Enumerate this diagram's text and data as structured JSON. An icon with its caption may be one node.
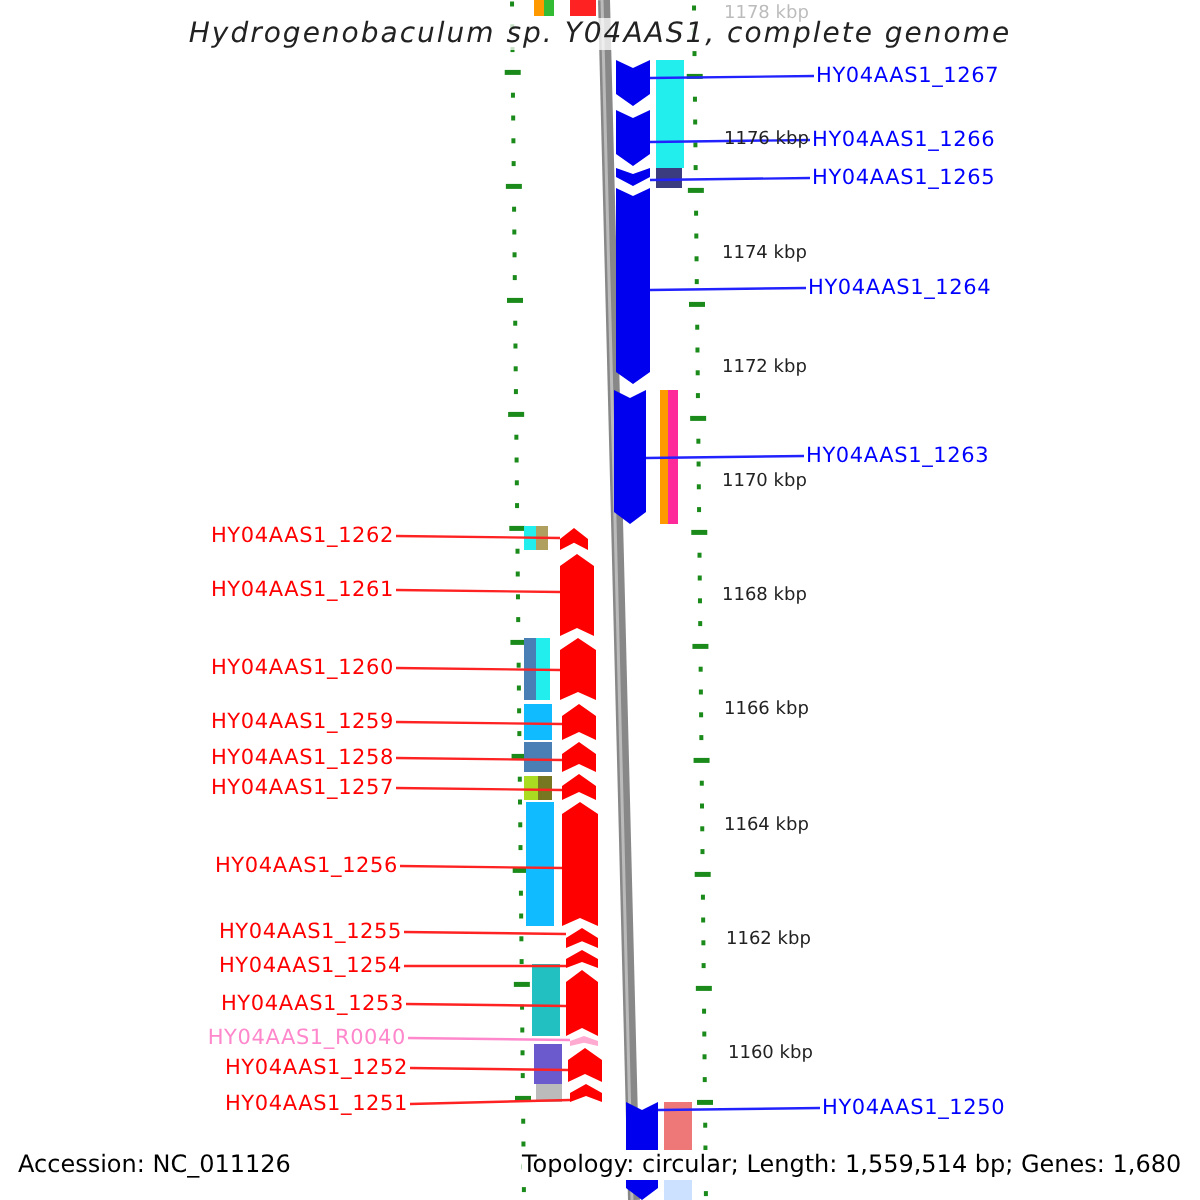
{
  "diagram": {
    "title": "Hydrogenobaculum sp. Y04AAS1, complete genome",
    "nodes": [
      {
        "text": [
          "HY04AAS1_1267"
        ]
      },
      {
        "text": [
          "HY04AAS1_1266"
        ]
      },
      {
        "text": [
          "HY04AAS1_1265"
        ]
      },
      {
        "text": [
          "HY04AAS1_1264"
        ]
      },
      {
        "text": [
          "HY04AAS1_1263"
        ]
      },
      {
        "text": [
          "HY04AAS1_1262"
        ]
      },
      {
        "text": [
          "HY04AAS1_1261"
        ]
      },
      {
        "text": [
          "HY04AAS1_1260"
        ]
      },
      {
        "text": [
          "HY04AAS1_1259"
        ]
      },
      {
        "text": [
          "HY04AAS1_1258"
        ]
      },
      {
        "text": [
          "HY04AAS1_1257"
        ]
      },
      {
        "text": [
          "HY04AAS1_1256"
        ]
      },
      {
        "text": [
          "HY04AAS1_1255"
        ]
      },
      {
        "text": [
          "HY04AAS1_1254"
        ]
      },
      {
        "text": [
          "HY04AAS1_1253"
        ]
      },
      {
        "text": [
          "HY04AAS1_R0040"
        ]
      },
      {
        "text": [
          "HY04AAS1_1252"
        ]
      },
      {
        "text": [
          "HY04AAS1_1251"
        ]
      },
      {
        "text": [
          "HY04AAS1_1250"
        ]
      },
      {
        "text": [],
        "shape": "arrow"
      },
      {
        "text": [],
        "shape": "arrow"
      },
      {
        "text": [],
        "shape": "arrow"
      },
      {
        "text": [],
        "shape": "arrow"
      },
      {
        "text": [],
        "shape": "arrow"
      },
      {
        "text": [],
        "shape": "arrow"
      },
      {
        "text": [],
        "shape": "arrow"
      },
      {
        "text": [],
        "shape": "arrow"
      },
      {
        "text": [],
        "shape": "arrow"
      },
      {
        "text": [],
        "shape": "arrow"
      },
      {
        "text": [],
        "shape": "arrow"
      },
      {
        "text": [],
        "shape": "arrow"
      },
      {
        "text": [],
        "shape": "arrow"
      },
      {
        "text": [],
        "shape": "arrow"
      },
      {
        "text": [],
        "shape": "arrow"
      },
      {
        "text": [],
        "shape": "arrow"
      },
      {
        "text": [],
        "shape": "arrow"
      },
      {
        "text": [],
        "shape": "arrow"
      },
      {
        "text": [],
        "shape": "arrow"
      }
    ],
    "edges": [
      {
        "from": 0,
        "to": 19,
        "arrow": "none",
        "color": "#2222ff"
      },
      {
        "from": 1,
        "to": 20,
        "arrow": "none",
        "color": "#2222ff"
      },
      {
        "from": 2,
        "to": 21,
        "arrow": "none",
        "color": "#2222ff"
      },
      {
        "from": 3,
        "to": 22,
        "arrow": "none",
        "color": "#2222ff"
      },
      {
        "from": 4,
        "to": 23,
        "arrow": "none",
        "color": "#2222ff"
      },
      {
        "from": 5,
        "to": 24,
        "arrow": "none"
      },
      {
        "from": 6,
        "to": 25,
        "arrow": "none"
      },
      {
        "from": 7,
        "to": 26,
        "arrow": "none"
      },
      {
        "from": 8,
        "to": 27,
        "arrow": "none"
      },
      {
        "from": 9,
        "to": 28,
        "arrow": "none"
      },
      {
        "from": 10,
        "to": 29,
        "arrow": "none"
      },
      {
        "from": 11,
        "to": 30,
        "arrow": "none"
      },
      {
        "from": 12,
        "to": 31,
        "arrow": "none"
      },
      {
        "from": 13,
        "to": 32,
        "arrow": "none"
      },
      {
        "from": 14,
        "to": 33,
        "arrow": "none"
      },
      {
        "from": 15,
        "to": 34,
        "arrow": "none",
        "color": "#ff88cc"
      },
      {
        "from": 16,
        "to": 35,
        "arrow": "none"
      },
      {
        "from": 17,
        "to": 36,
        "arrow": "none"
      },
      {
        "from": 18,
        "to": 37,
        "arrow": "none",
        "color": "#2222ff"
      }
    ],
    "labels": [
      "1178 kbp",
      "1176 kbp",
      "1174 kbp",
      "1172 kbp",
      "1170 kbp",
      "1168 kbp",
      "1166 kbp",
      "1164 kbp",
      "1162 kbp",
      "1160 kbp",
      "Accession: NC_011126",
      "Topology: circular; Length: 1,559,514 bp; Genes: 1,680"
    ]
  }
}
